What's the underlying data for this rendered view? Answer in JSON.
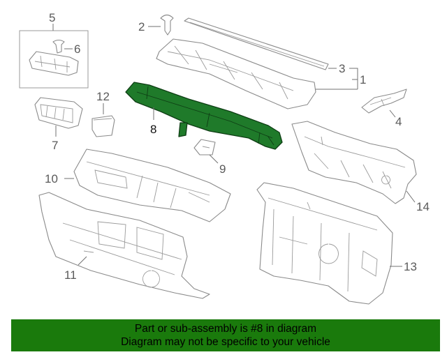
{
  "diagram": {
    "highlight_color": "#1f7a2a",
    "banner_color": "#1a7a0c",
    "labels": {
      "p1": "1",
      "p2": "2",
      "p3": "3",
      "p4": "4",
      "p5": "5",
      "p6": "6",
      "p7": "7",
      "p8": "8",
      "p9": "9",
      "p10": "10",
      "p11": "11",
      "p12": "12",
      "p13": "13",
      "p14": "14"
    },
    "highlighted_part": "8"
  },
  "banner": {
    "line1": "Part or sub-assembly is #8 in diagram",
    "line2": "Diagram may not be specific to your vehicle"
  }
}
